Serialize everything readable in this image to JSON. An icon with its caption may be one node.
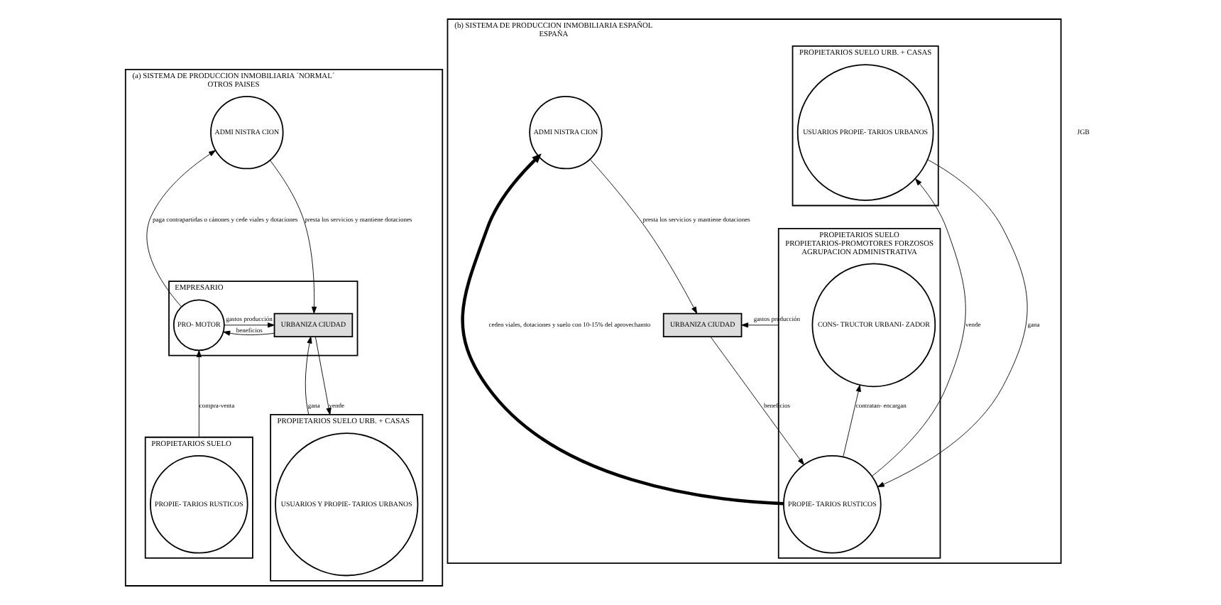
{
  "diagram": {
    "nodes": [
      {
        "text": [
          "(a) SISTEMA DE PRODUCCION INMOBILIARIA ´NORMAL´",
          "OTROS PAISES"
        ]
      },
      {
        "text": [
          "ADMI NISTRA CION"
        ],
        "in": 0
      },
      {
        "text": [
          "EMPRESARIO"
        ],
        "in": 0
      },
      {
        "text": [
          "PRO- MOTOR"
        ],
        "in": 2
      },
      {
        "text": [
          "URBANIZA CIUDAD"
        ],
        "in": 2
      },
      {
        "text": [
          "PROPIETARIOS SUELO"
        ],
        "in": 0
      },
      {
        "text": [
          "PROPIE- TARIOS RUSTICOS"
        ],
        "in": 5
      },
      {
        "text": [
          "PROPIETARIOS SUELO URB. + CASAS"
        ],
        "in": 0
      },
      {
        "text": [
          "USUARIOS Y PROPIE- TARIOS URBANOS"
        ],
        "in": 7
      },
      {
        "text": [
          "(b) SISTEMA DE PRODUCCION INMOBILIARIA ESPAÑOL",
          "ESPAÑA"
        ]
      },
      {
        "text": [
          "ADMI NISTRA CION"
        ],
        "in": 9
      },
      {
        "text": [
          "PROPIETARIOS SUELO",
          "PROPIETARIOS-PROMOTORES FORZOSOS",
          "AGRUPACION ADMINISTRATIVA"
        ],
        "in": 9
      },
      {
        "text": [
          "CONS- TRUCTOR URBANI- ZADOR"
        ],
        "in": 11
      },
      {
        "text": [
          "PROPIE- TARIOS RUSTICOS"
        ],
        "in": 11
      },
      {
        "text": [
          "URBANIZA CIUDAD"
        ],
        "in": 9
      },
      {
        "text": [
          "PROPIETARIOS SUELO URB. + CASAS"
        ],
        "in": 9
      },
      {
        "text": [
          "USUARIOS PROPIE- TARIOS URBANOS"
        ],
        "in": 15
      }
    ],
    "edges": [
      {
        "from": 3,
        "to": 1,
        "arrow": "to",
        "label": "paga contrapartidas o cánones y cede viales y dotaciones"
      },
      {
        "from": 1,
        "to": 4,
        "arrow": "to",
        "label": "presta los servicios y mantiene dotaciones"
      },
      {
        "from": 3,
        "to": 4,
        "arrow": "to",
        "label": "gastos producción"
      },
      {
        "from": 4,
        "to": 3,
        "arrow": "to",
        "label": "beneficios"
      },
      {
        "from": 5,
        "to": 3,
        "arrow": "to",
        "label": "compra-venta"
      },
      {
        "from": 7,
        "to": 4,
        "arrow": "to",
        "label": "gana"
      },
      {
        "from": 4,
        "to": 7,
        "arrow": "to",
        "label": "vende"
      },
      {
        "from": 13,
        "to": 10,
        "arrow": "to",
        "label": "ceden viales, dotaciones y suelo con 10-15% del aprovechamto",
        "style": "thick"
      },
      {
        "from": 10,
        "to": 14,
        "arrow": "to",
        "label": "presta los servicios y mantiene dotaciones"
      },
      {
        "from": 11,
        "to": 14,
        "arrow": "to",
        "label": "gastos producción"
      },
      {
        "from": 14,
        "to": 13,
        "arrow": "to",
        "label": "beneficios"
      },
      {
        "from": 13,
        "to": 12,
        "arrow": "to",
        "label": "contratan- encargan"
      },
      {
        "from": 16,
        "to": 13,
        "arrow": "to",
        "label": "gana"
      },
      {
        "from": 13,
        "to": 16,
        "arrow": "to",
        "label": "vende"
      }
    ],
    "labels": [
      "JGB"
    ]
  }
}
